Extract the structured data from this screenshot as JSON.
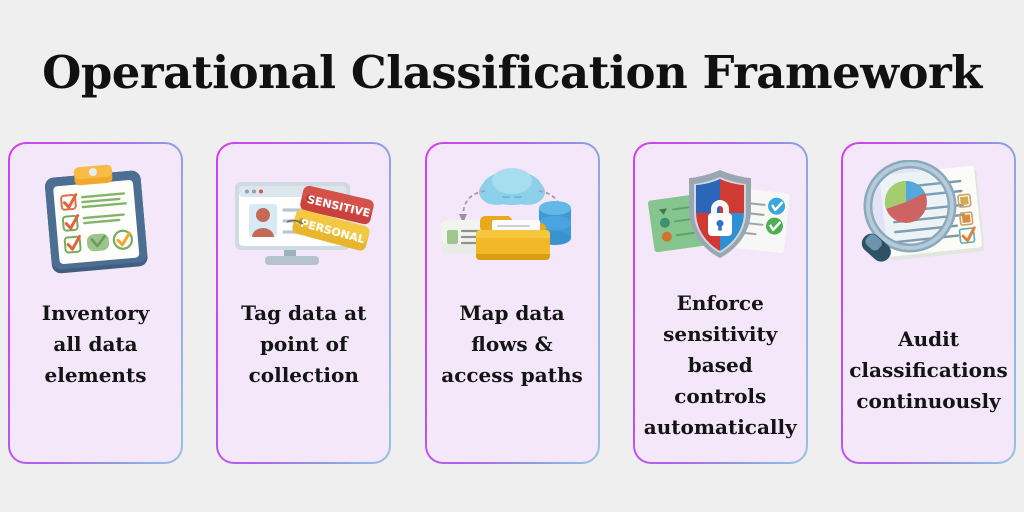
{
  "page": {
    "title": "Operational Classification Framework",
    "background_color": "#efefef",
    "title_color": "#111111"
  },
  "theme": {
    "card_fill": "#f4e7fa",
    "border_gradient_start": "#d33ef0",
    "border_gradient_end": "#95c3e8",
    "text_color": "#141414"
  },
  "cards": [
    {
      "id": "inventory",
      "label": "Inventory\nall data\nelements",
      "icon_name": "clipboard-checklist-icon",
      "icon_tags": []
    },
    {
      "id": "tagging",
      "label": "Tag data at\npoint of\ncollection",
      "icon_name": "monitor-profile-tags-icon",
      "icon_tags": [
        "SENSITIVE",
        "PERSONAL"
      ]
    },
    {
      "id": "mapping",
      "label": "Map data\nflows &\naccess paths",
      "icon_name": "cloud-folder-database-flow-icon",
      "icon_tags": []
    },
    {
      "id": "enforcement",
      "label": "Enforce\nsensitivity\nbased\ncontrols\nautomatically",
      "icon_name": "shield-lock-documents-icon",
      "icon_tags": []
    },
    {
      "id": "audit",
      "label": "Audit\nclassifications\ncontinuously",
      "icon_name": "magnifier-report-piechart-icon",
      "icon_tags": []
    }
  ]
}
